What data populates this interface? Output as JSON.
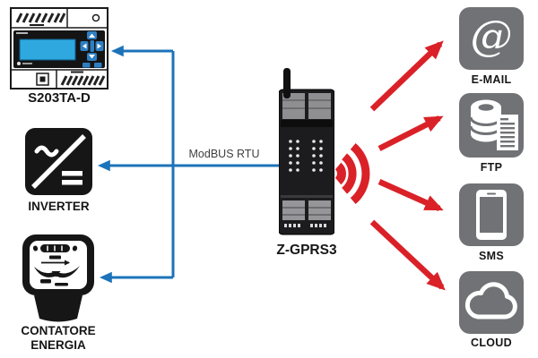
{
  "colors": {
    "blue_line": "#1c73b9",
    "red_arrow": "#da2128",
    "tile_gray": "#717275",
    "device_black": "#1a1a1a",
    "lcd_blue": "#2ea8df"
  },
  "bus": {
    "label": "ModBUS RTU"
  },
  "sources": {
    "s203": {
      "label": "S203TA-D"
    },
    "inverter": {
      "label": "INVERTER"
    },
    "contatore": {
      "label_line1": "CONTATORE",
      "label_line2": "ENERGIA"
    }
  },
  "gateway": {
    "label": "Z-GPRS3"
  },
  "destinations": [
    {
      "id": "email",
      "label": "E-MAIL",
      "icon": "at-sign-icon",
      "glyph": "@"
    },
    {
      "id": "ftp",
      "label": "FTP",
      "icon": "database-icon"
    },
    {
      "id": "sms",
      "label": "SMS",
      "icon": "smartphone-icon"
    },
    {
      "id": "cloud",
      "label": "CLOUD",
      "icon": "cloud-icon"
    }
  ]
}
